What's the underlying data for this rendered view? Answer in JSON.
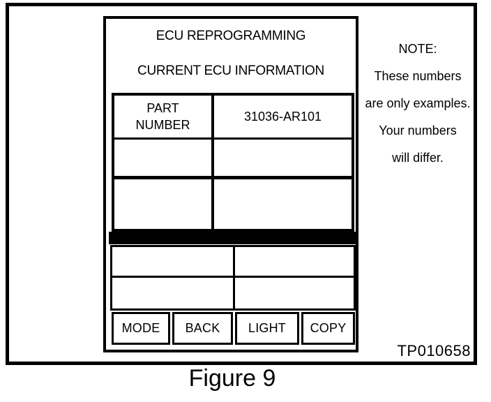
{
  "figure": {
    "caption": "Figure 9",
    "doc_code": "TP010658"
  },
  "note": {
    "heading": "NOTE:",
    "lines": [
      "These numbers",
      "are only examples.",
      "Your numbers",
      "will differ."
    ]
  },
  "screen": {
    "title": "ECU REPROGRAMMING",
    "subtitle": "CURRENT ECU INFORMATION",
    "info_table": {
      "rows": [
        {
          "label": "PART NUMBER",
          "value": "31036-AR101"
        },
        {
          "label": "",
          "value": ""
        },
        {
          "label": "",
          "value": ""
        }
      ]
    },
    "selection_table": {
      "rows": [
        {
          "left": "",
          "right": ""
        },
        {
          "left": "",
          "right": ""
        }
      ]
    },
    "buttons": [
      {
        "label": "MODE"
      },
      {
        "label": "BACK"
      },
      {
        "label": "LIGHT"
      },
      {
        "label": "COPY"
      }
    ]
  },
  "colors": {
    "ink": "#000000",
    "paper": "#ffffff",
    "highlight": "#000000"
  }
}
